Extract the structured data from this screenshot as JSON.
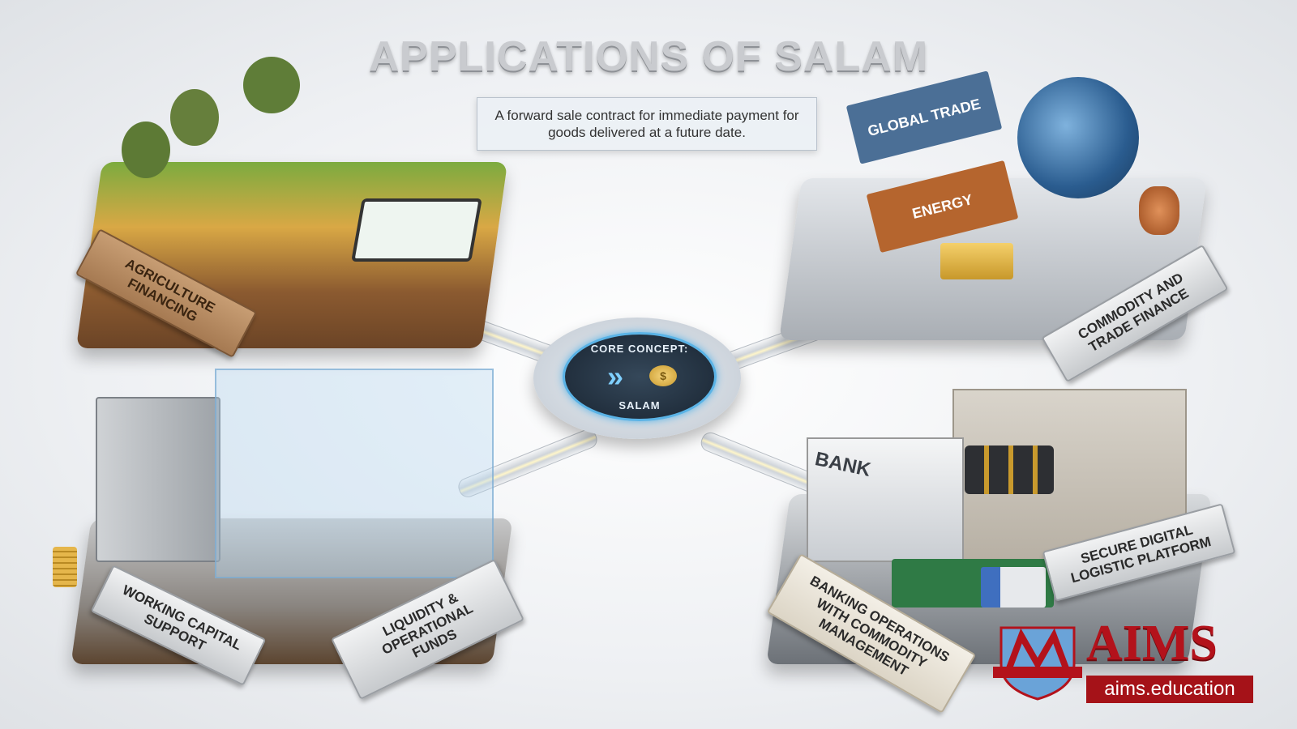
{
  "title": "APPLICATIONS OF SALAM",
  "subtitle": "A forward sale contract for immediate payment for goods delivered at a future date.",
  "hub": {
    "top_label": "CORE CONCEPT:",
    "bottom_label": "SALAM",
    "coin_symbol": "$",
    "icon": "double-chevron-right-icon"
  },
  "quadrants": {
    "top_left": {
      "labels": [
        "AGRICULTURE FINANCING"
      ]
    },
    "top_right": {
      "labels": [
        "COMMODITY AND TRADE FINANCE"
      ],
      "containers": [
        "GLOBAL TRADE",
        "ENERGY"
      ]
    },
    "bottom_left": {
      "labels": [
        "WORKING CAPITAL SUPPORT",
        "LIQUIDITY & OPERATIONAL FUNDS"
      ]
    },
    "bottom_right": {
      "labels": [
        "BANKING OPERATIONS WITH COMMODITY MANAGEMENT",
        "SECURE DIGITAL LOGISTIC PLATFORM"
      ],
      "building_sign": "BANK"
    }
  },
  "brand": {
    "name": "AIMS",
    "url": "aims.education",
    "color": "#b3121b"
  },
  "colors": {
    "glow": "#5ab3e6",
    "gold": "#d4a93a"
  }
}
